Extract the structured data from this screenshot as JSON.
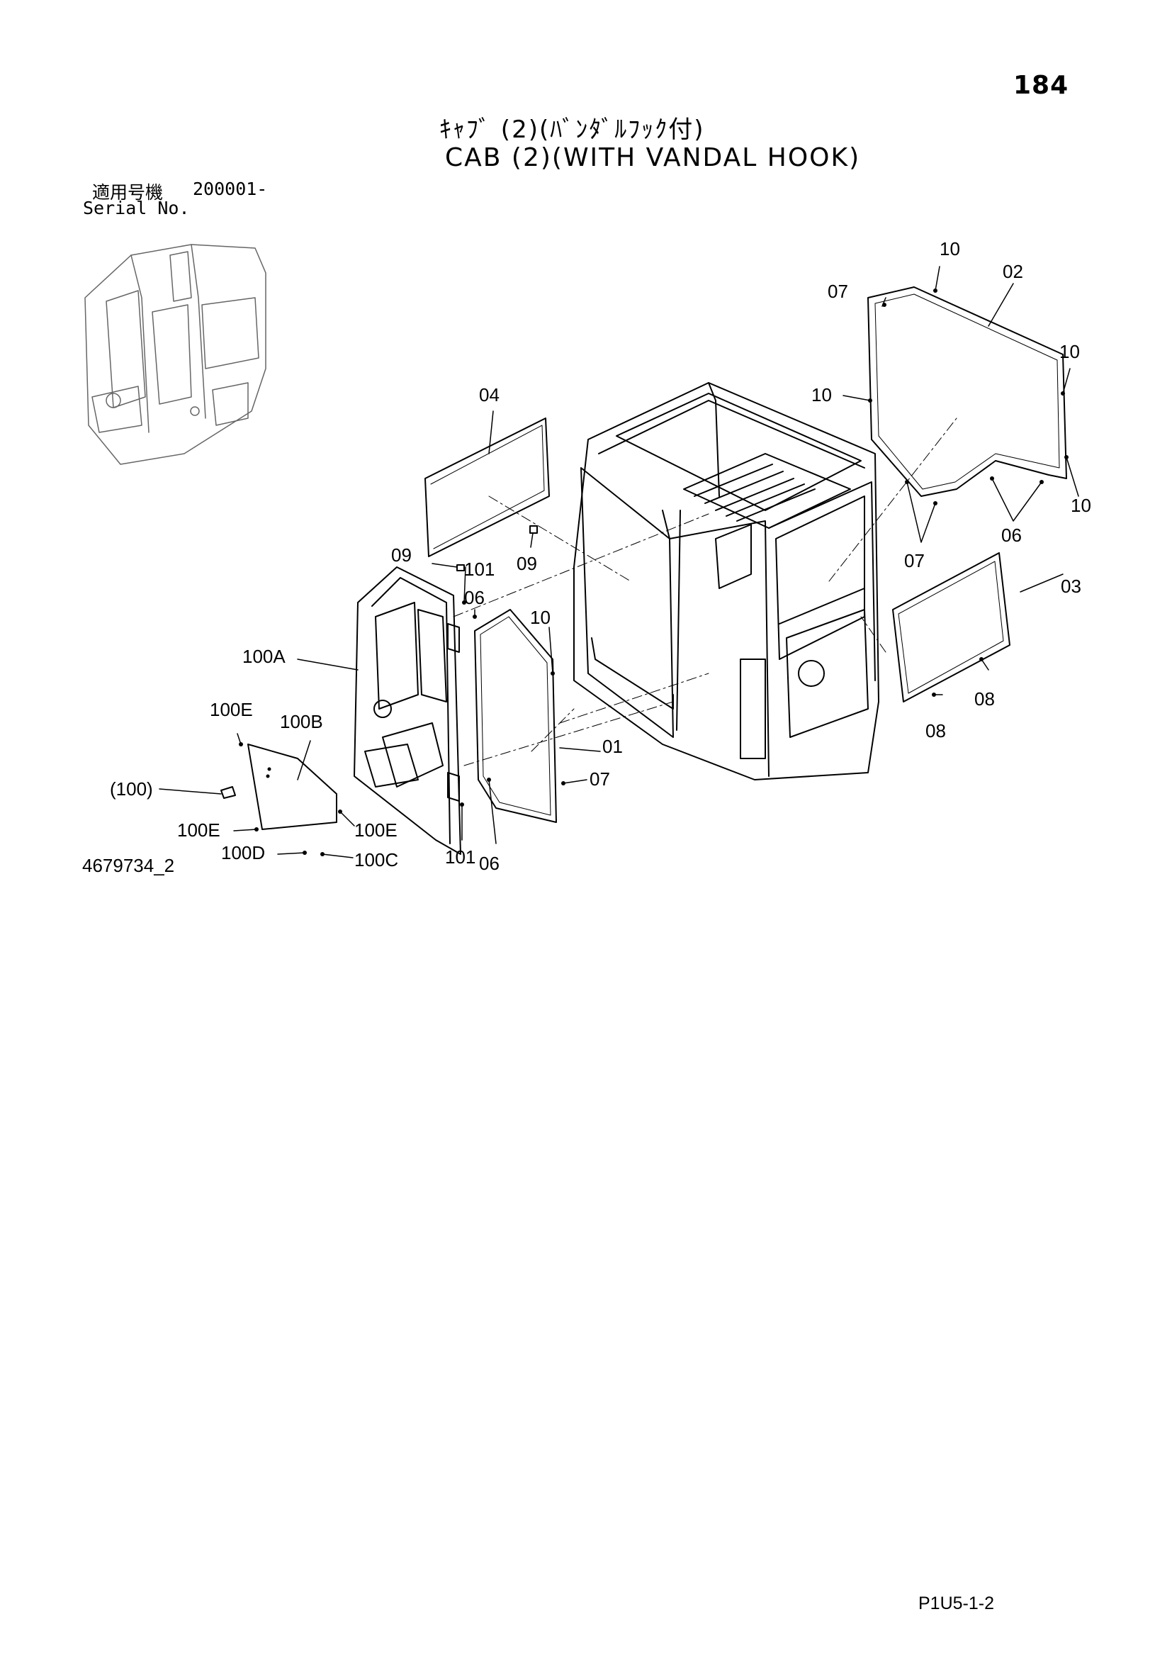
{
  "header": {
    "page_number": "184",
    "title_jp": "ｷｬﾌﾞ (2)(ﾊﾞﾝﾀﾞﾙﾌｯｸ付)",
    "title_en": "CAB (2)(WITH VANDAL HOOK)",
    "serial_jp_label": "適用号機",
    "serial_value": "200001-",
    "serial_en_label": "Serial No."
  },
  "callouts": {
    "c01": "01",
    "c02": "02",
    "c03": "03",
    "c04": "04",
    "c06a": "06",
    "c06b": "06",
    "c06c": "06",
    "c07a": "07",
    "c07b": "07",
    "c07c": "07",
    "c08a": "08",
    "c08b": "08",
    "c09a": "09",
    "c09b": "09",
    "c10a": "10",
    "c10b": "10",
    "c10c": "10",
    "c10d": "10",
    "c10e": "10",
    "c100": "(100)",
    "c100A": "100A",
    "c100B": "100B",
    "c100C": "100C",
    "c100D": "100D",
    "c100Ea": "100E",
    "c100Eb": "100E",
    "c100Ec": "100E",
    "c101a": "101",
    "c101b": "101"
  },
  "footer": {
    "drawing_no": "4679734_2",
    "page_code": "P1U5-1-2"
  }
}
